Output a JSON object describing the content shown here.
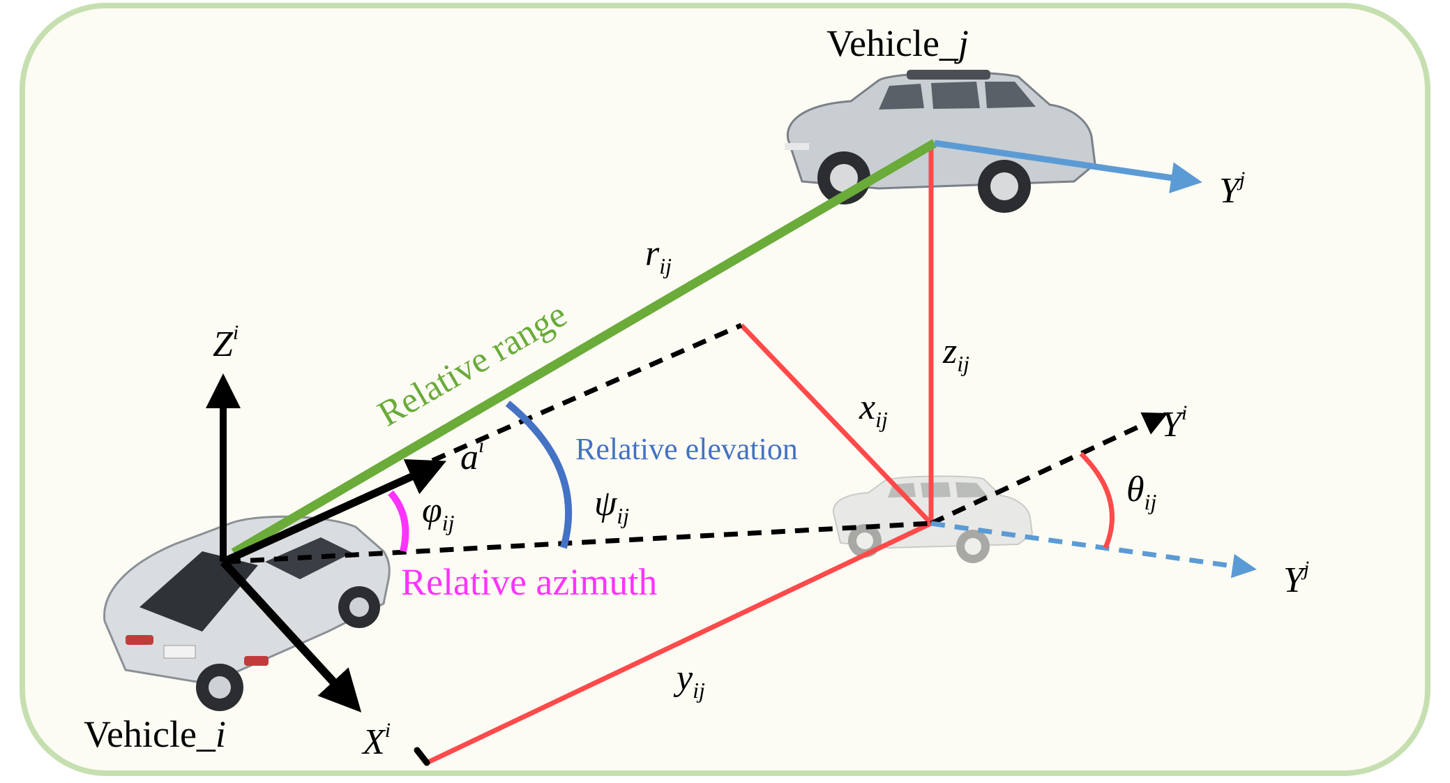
{
  "labels": {
    "vehicle_j": {
      "base": "Vehicle_",
      "ital": "j"
    },
    "vehicle_i": {
      "base": "Vehicle_",
      "ital": "i"
    },
    "relative_range": "Relative range",
    "relative_elevation": "Relative elevation",
    "relative_azimuth": "Relative azimuth",
    "r_ij": {
      "base": "r",
      "sub": "ij"
    },
    "z_ij": {
      "base": "z",
      "sub": "ij"
    },
    "x_ij": {
      "base": "x",
      "sub": "ij"
    },
    "y_ij": {
      "base": "y",
      "sub": "ij"
    },
    "psi_ij": {
      "base": "ψ",
      "sub": "ij"
    },
    "phi_ij": {
      "base": "φ",
      "sub": "ij"
    },
    "theta_ij": {
      "base": "θ",
      "sub": "ij"
    },
    "a_i": {
      "base": "a",
      "sup": "i"
    },
    "Z_i": {
      "base": "Z",
      "sup": "i"
    },
    "X_i": {
      "base": "X",
      "sup": "i"
    },
    "Y_i": {
      "base": "Y",
      "sup": "i"
    },
    "Y_j_top": {
      "base": "Y",
      "sup": "j"
    },
    "Y_j_dashed": {
      "base": "Y",
      "sup": "j"
    }
  },
  "colors": {
    "background": "#fdfcf4",
    "frame": "#c6dfb0",
    "range_line": "#6aab3a",
    "elevation": "#4472c4",
    "azimuth": "#ff33ff",
    "components": "#ff4a4a",
    "heading": "#5b9bd5",
    "axes": "#000000",
    "theta_arc": "#ff4a4a"
  },
  "icons": {
    "vehicle_i": "hatchback-car-icon",
    "vehicle_j": "vintage-car-icon",
    "vehicle_j_projection": "vintage-car-faded-icon"
  }
}
